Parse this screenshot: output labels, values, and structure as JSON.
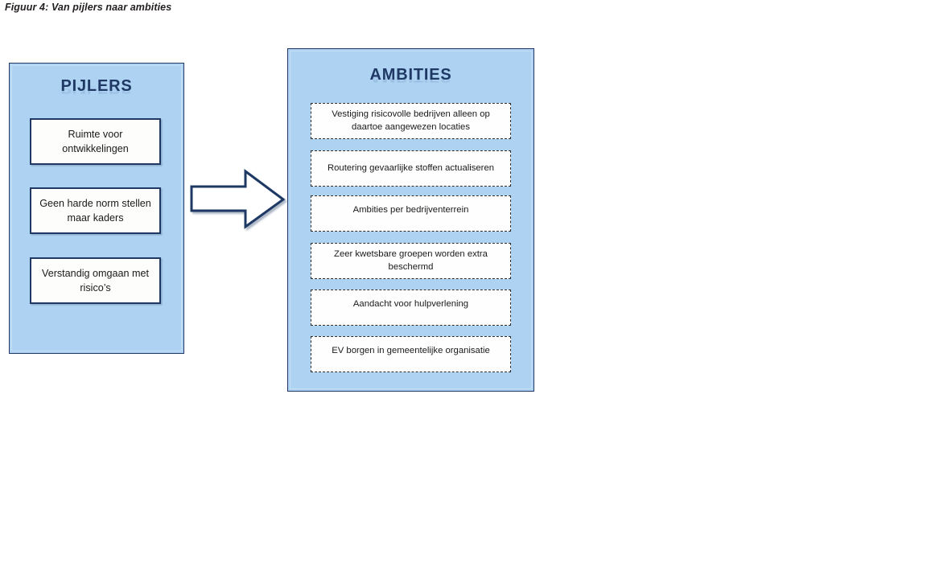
{
  "figure": {
    "caption": "Figuur 4: Van pijlers naar ambities"
  },
  "colors": {
    "panel_fill": "#aed3f2",
    "panel_border": "#1f3864",
    "title_text": "#1f3864",
    "box_fill": "#fdfdfb",
    "box_border_solid": "#1f3864",
    "box_border_dashed": "#2b2b2b",
    "page_background": "#ffffff"
  },
  "pillars_panel": {
    "title": "PIJLERS",
    "boxes": [
      {
        "label": "Ruimte voor ontwikkelingen"
      },
      {
        "label": "Geen harde norm stellen maar kaders"
      },
      {
        "label": "Verstandig omgaan met risico’s"
      }
    ]
  },
  "connector": {
    "icon": "right-arrow-icon",
    "direction": "right"
  },
  "ambitions_panel": {
    "title": "AMBITIES",
    "boxes": [
      {
        "label": "Vestiging risicovolle bedrijven alleen op daartoe aangewezen locaties"
      },
      {
        "label": "Routering gevaarlijke stoffen actualiseren"
      },
      {
        "label": "Ambities per bedrijventerrein"
      },
      {
        "label": "Zeer kwetsbare groepen worden extra beschermd"
      },
      {
        "label": "Aandacht voor hulpverlening"
      },
      {
        "label": "EV borgen in gemeentelijke organisatie"
      }
    ]
  }
}
